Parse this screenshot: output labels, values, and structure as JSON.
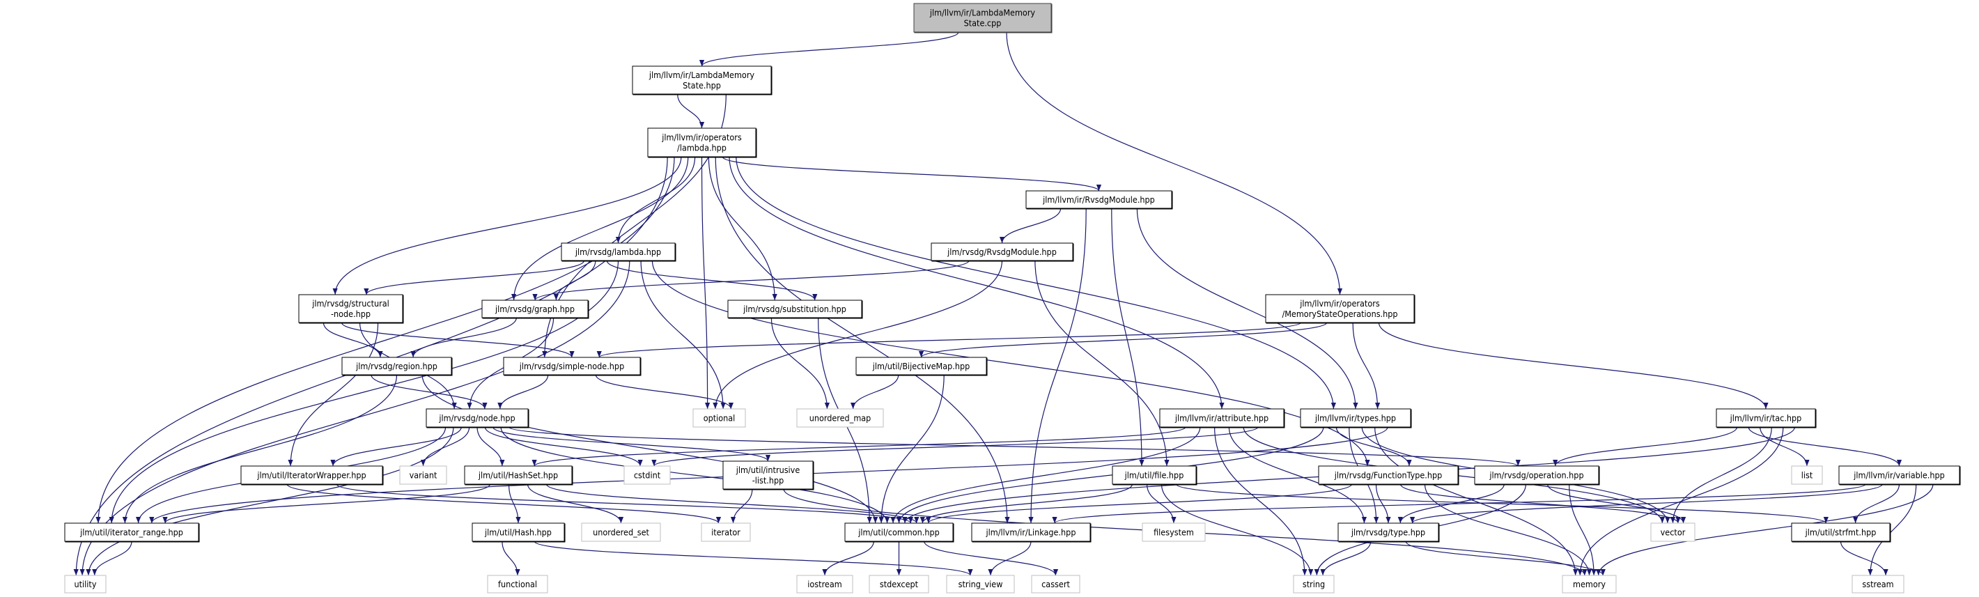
{
  "colors": {
    "edge": "#191970",
    "source_fill": "#bfbfbf",
    "local_border": "#000000",
    "system_border": "#bfbfbf"
  },
  "nodes": [
    {
      "id": "root",
      "label": [
        "jlm/llvm/ir/LambdaMemory",
        "State.cpp"
      ],
      "kind": "src"
    },
    {
      "id": "lmshpp",
      "label": [
        "jlm/llvm/ir/LambdaMemory",
        "State.hpp"
      ],
      "kind": "local"
    },
    {
      "id": "oplambda",
      "label": [
        "jlm/llvm/ir/operators",
        "/lambda.hpp"
      ],
      "kind": "local"
    },
    {
      "id": "irrvsdgmodule",
      "label": [
        "jlm/llvm/ir/RvsdgModule.hpp"
      ],
      "kind": "local"
    },
    {
      "id": "rvsdglambda",
      "label": [
        "jlm/rvsdg/lambda.hpp"
      ],
      "kind": "local"
    },
    {
      "id": "rvsdgmodule",
      "label": [
        "jlm/rvsdg/RvsdgModule.hpp"
      ],
      "kind": "local"
    },
    {
      "id": "structural",
      "label": [
        "jlm/rvsdg/structural",
        "-node.hpp"
      ],
      "kind": "local"
    },
    {
      "id": "graph",
      "label": [
        "jlm/rvsdg/graph.hpp"
      ],
      "kind": "local"
    },
    {
      "id": "substitution",
      "label": [
        "jlm/rvsdg/substitution.hpp"
      ],
      "kind": "local"
    },
    {
      "id": "memops",
      "label": [
        "jlm/llvm/ir/operators",
        "/MemoryStateOperations.hpp"
      ],
      "kind": "local"
    },
    {
      "id": "region",
      "label": [
        "jlm/rvsdg/region.hpp"
      ],
      "kind": "local"
    },
    {
      "id": "simplenode",
      "label": [
        "jlm/rvsdg/simple-node.hpp"
      ],
      "kind": "local"
    },
    {
      "id": "bijective",
      "label": [
        "jlm/util/BijectiveMap.hpp"
      ],
      "kind": "local"
    },
    {
      "id": "node",
      "label": [
        "jlm/rvsdg/node.hpp"
      ],
      "kind": "local"
    },
    {
      "id": "optional",
      "label": [
        "optional"
      ],
      "kind": "sys"
    },
    {
      "id": "unordered_map",
      "label": [
        "unordered_map"
      ],
      "kind": "sys"
    },
    {
      "id": "attribute",
      "label": [
        "jlm/llvm/ir/attribute.hpp"
      ],
      "kind": "local"
    },
    {
      "id": "types",
      "label": [
        "jlm/llvm/ir/types.hpp"
      ],
      "kind": "local"
    },
    {
      "id": "tac",
      "label": [
        "jlm/llvm/ir/tac.hpp"
      ],
      "kind": "local"
    },
    {
      "id": "iterwrapper",
      "label": [
        "jlm/util/IteratorWrapper.hpp"
      ],
      "kind": "local"
    },
    {
      "id": "variant",
      "label": [
        "variant"
      ],
      "kind": "sys"
    },
    {
      "id": "hashset",
      "label": [
        "jlm/util/HashSet.hpp"
      ],
      "kind": "local"
    },
    {
      "id": "cstdint",
      "label": [
        "cstdint"
      ],
      "kind": "sys"
    },
    {
      "id": "intrusive",
      "label": [
        "jlm/util/intrusive",
        "-list.hpp"
      ],
      "kind": "local"
    },
    {
      "id": "file",
      "label": [
        "jlm/util/file.hpp"
      ],
      "kind": "local"
    },
    {
      "id": "functiontype",
      "label": [
        "jlm/rvsdg/FunctionType.hpp"
      ],
      "kind": "local"
    },
    {
      "id": "operation",
      "label": [
        "jlm/rvsdg/operation.hpp"
      ],
      "kind": "local"
    },
    {
      "id": "list",
      "label": [
        "list"
      ],
      "kind": "sys"
    },
    {
      "id": "variable",
      "label": [
        "jlm/llvm/ir/variable.hpp"
      ],
      "kind": "local"
    },
    {
      "id": "iterrange",
      "label": [
        "jlm/util/iterator_range.hpp"
      ],
      "kind": "local"
    },
    {
      "id": "hash",
      "label": [
        "jlm/util/Hash.hpp"
      ],
      "kind": "local"
    },
    {
      "id": "unordered_set",
      "label": [
        "unordered_set"
      ],
      "kind": "sys"
    },
    {
      "id": "iterator",
      "label": [
        "iterator"
      ],
      "kind": "sys"
    },
    {
      "id": "common",
      "label": [
        "jlm/util/common.hpp"
      ],
      "kind": "local"
    },
    {
      "id": "linkage",
      "label": [
        "jlm/llvm/ir/Linkage.hpp"
      ],
      "kind": "local"
    },
    {
      "id": "filesystem",
      "label": [
        "filesystem"
      ],
      "kind": "sys"
    },
    {
      "id": "type",
      "label": [
        "jlm/rvsdg/type.hpp"
      ],
      "kind": "local"
    },
    {
      "id": "vector",
      "label": [
        "vector"
      ],
      "kind": "sys"
    },
    {
      "id": "strfmt",
      "label": [
        "jlm/util/strfmt.hpp"
      ],
      "kind": "local"
    },
    {
      "id": "utility",
      "label": [
        "utility"
      ],
      "kind": "sys"
    },
    {
      "id": "functional",
      "label": [
        "functional"
      ],
      "kind": "sys"
    },
    {
      "id": "iostream",
      "label": [
        "iostream"
      ],
      "kind": "sys"
    },
    {
      "id": "stdexcept",
      "label": [
        "stdexcept"
      ],
      "kind": "sys"
    },
    {
      "id": "string_view",
      "label": [
        "string_view"
      ],
      "kind": "sys"
    },
    {
      "id": "cassert",
      "label": [
        "cassert"
      ],
      "kind": "sys"
    },
    {
      "id": "string",
      "label": [
        "string"
      ],
      "kind": "sys"
    },
    {
      "id": "memory",
      "label": [
        "memory"
      ],
      "kind": "sys"
    },
    {
      "id": "sstream",
      "label": [
        "sstream"
      ],
      "kind": "sys"
    }
  ],
  "edges": [
    [
      "root",
      "lmshpp"
    ],
    [
      "root",
      "memops"
    ],
    [
      "lmshpp",
      "oplambda"
    ],
    [
      "lmshpp",
      "simplenode"
    ],
    [
      "oplambda",
      "utility"
    ],
    [
      "oplambda",
      "iterrange"
    ],
    [
      "oplambda",
      "structural"
    ],
    [
      "oplambda",
      "graph"
    ],
    [
      "oplambda",
      "rvsdglambda"
    ],
    [
      "oplambda",
      "optional"
    ],
    [
      "oplambda",
      "substitution"
    ],
    [
      "oplambda",
      "linkage"
    ],
    [
      "oplambda",
      "irrvsdgmodule"
    ],
    [
      "oplambda",
      "attribute"
    ],
    [
      "oplambda",
      "types"
    ],
    [
      "irrvsdgmodule",
      "rvsdgmodule"
    ],
    [
      "irrvsdgmodule",
      "linkage"
    ],
    [
      "irrvsdgmodule",
      "file"
    ],
    [
      "irrvsdgmodule",
      "types"
    ],
    [
      "rvsdgmodule",
      "graph"
    ],
    [
      "rvsdgmodule",
      "optional"
    ],
    [
      "rvsdgmodule",
      "file"
    ],
    [
      "rvsdglambda",
      "structural"
    ],
    [
      "rvsdglambda",
      "graph"
    ],
    [
      "rvsdglambda",
      "substitution"
    ],
    [
      "rvsdglambda",
      "iterrange"
    ],
    [
      "rvsdglambda",
      "utility"
    ],
    [
      "rvsdglambda",
      "optional"
    ],
    [
      "rvsdglambda",
      "functiontype"
    ],
    [
      "structural",
      "region"
    ],
    [
      "structural",
      "simplenode"
    ],
    [
      "structural",
      "node"
    ],
    [
      "structural",
      "iterwrapper"
    ],
    [
      "graph",
      "region"
    ],
    [
      "graph",
      "node"
    ],
    [
      "substitution",
      "unordered_map"
    ],
    [
      "substitution",
      "common"
    ],
    [
      "region",
      "node"
    ],
    [
      "region",
      "iterrange"
    ],
    [
      "region",
      "common"
    ],
    [
      "simplenode",
      "node"
    ],
    [
      "simplenode",
      "optional"
    ],
    [
      "memops",
      "simplenode"
    ],
    [
      "memops",
      "bijective"
    ],
    [
      "memops",
      "types"
    ],
    [
      "memops",
      "tac"
    ],
    [
      "bijective",
      "unordered_map"
    ],
    [
      "bijective",
      "common"
    ],
    [
      "node",
      "iterrange"
    ],
    [
      "node",
      "utility"
    ],
    [
      "node",
      "iterwrapper"
    ],
    [
      "node",
      "variant"
    ],
    [
      "node",
      "hashset"
    ],
    [
      "node",
      "cstdint"
    ],
    [
      "node",
      "intrusive"
    ],
    [
      "node",
      "common"
    ],
    [
      "node",
      "operation"
    ],
    [
      "attribute",
      "hashset"
    ],
    [
      "attribute",
      "common"
    ],
    [
      "attribute",
      "string"
    ],
    [
      "attribute",
      "type"
    ],
    [
      "attribute",
      "vector"
    ],
    [
      "attribute",
      "cstdint"
    ],
    [
      "types",
      "common"
    ],
    [
      "types",
      "functiontype"
    ],
    [
      "types",
      "type"
    ],
    [
      "types",
      "vector"
    ],
    [
      "types",
      "memory"
    ],
    [
      "types",
      "iterrange"
    ],
    [
      "tac",
      "operation"
    ],
    [
      "tac",
      "variable"
    ],
    [
      "tac",
      "list"
    ],
    [
      "tac",
      "vector"
    ],
    [
      "tac",
      "memory"
    ],
    [
      "tac",
      "common"
    ],
    [
      "iterwrapper",
      "iterator"
    ],
    [
      "iterwrapper",
      "common"
    ],
    [
      "hashset",
      "iterrange"
    ],
    [
      "hashset",
      "hash"
    ],
    [
      "hashset",
      "unordered_set"
    ],
    [
      "hashset",
      "common"
    ],
    [
      "intrusive",
      "iterator"
    ],
    [
      "intrusive",
      "memory"
    ],
    [
      "file",
      "common"
    ],
    [
      "file",
      "filesystem"
    ],
    [
      "file",
      "string"
    ],
    [
      "file",
      "strfmt"
    ],
    [
      "functiontype",
      "common"
    ],
    [
      "functiontype",
      "type"
    ],
    [
      "functiontype",
      "vector"
    ],
    [
      "functiontype",
      "memory"
    ],
    [
      "operation",
      "type"
    ],
    [
      "operation",
      "string"
    ],
    [
      "operation",
      "vector"
    ],
    [
      "operation",
      "memory"
    ],
    [
      "variable",
      "linkage"
    ],
    [
      "variable",
      "type"
    ],
    [
      "variable",
      "strfmt"
    ],
    [
      "variable",
      "sstream"
    ],
    [
      "variable",
      "memory"
    ],
    [
      "iterrange",
      "utility"
    ],
    [
      "hash",
      "functional"
    ],
    [
      "hash",
      "string_view"
    ],
    [
      "common",
      "iostream"
    ],
    [
      "common",
      "stdexcept"
    ],
    [
      "common",
      "cassert"
    ],
    [
      "linkage",
      "string_view"
    ],
    [
      "type",
      "string"
    ],
    [
      "type",
      "memory"
    ],
    [
      "strfmt",
      "sstream"
    ]
  ]
}
